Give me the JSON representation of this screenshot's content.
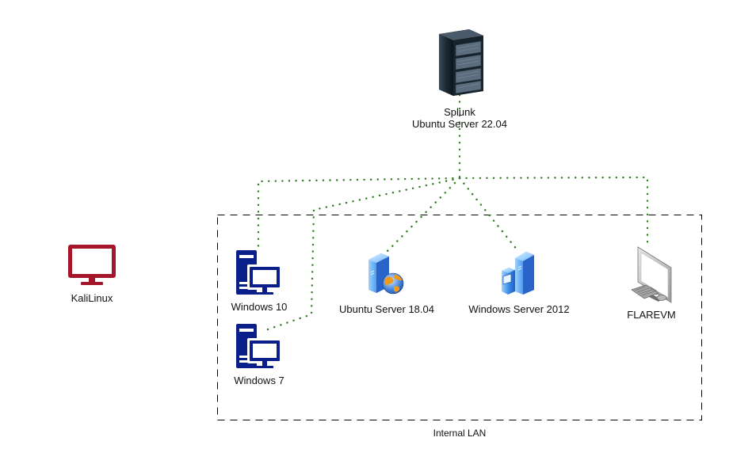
{
  "diagram": {
    "title": "Network lab topology",
    "colors": {
      "link": "#2e7d1e",
      "boundary": "#000000",
      "windows_pc": "#0b1f8a",
      "kali": "#a5162b",
      "text": "#111111"
    },
    "nodes": {
      "splunk": {
        "label_line1": "Splunk",
        "label_line2": "Ubuntu Server 22.04",
        "icon": "server-rack-icon"
      },
      "windows10": {
        "label": "Windows 10",
        "icon": "desktop-pc-icon"
      },
      "windows7": {
        "label": "Windows 7",
        "icon": "desktop-pc-icon"
      },
      "ubuntu1804": {
        "label": "Ubuntu Server 18.04",
        "icon": "web-server-icon"
      },
      "winserver2012": {
        "label": "Windows Server 2012",
        "icon": "server-tower-icon"
      },
      "flarevm": {
        "label": "FLAREVM",
        "icon": "workstation-icon"
      },
      "kali": {
        "label": "KaliLinux",
        "icon": "monitor-icon"
      }
    },
    "groups": {
      "internal_lan": {
        "label": "Internal LAN",
        "members": [
          "windows10",
          "windows7",
          "ubuntu1804",
          "winserver2012",
          "flarevm"
        ]
      }
    },
    "links": [
      {
        "from": "splunk",
        "to": "windows10",
        "style": "dotted"
      },
      {
        "from": "splunk",
        "to": "windows7",
        "style": "dotted"
      },
      {
        "from": "splunk",
        "to": "ubuntu1804",
        "style": "dotted"
      },
      {
        "from": "splunk",
        "to": "winserver2012",
        "style": "dotted"
      },
      {
        "from": "splunk",
        "to": "flarevm",
        "style": "dotted"
      }
    ]
  }
}
